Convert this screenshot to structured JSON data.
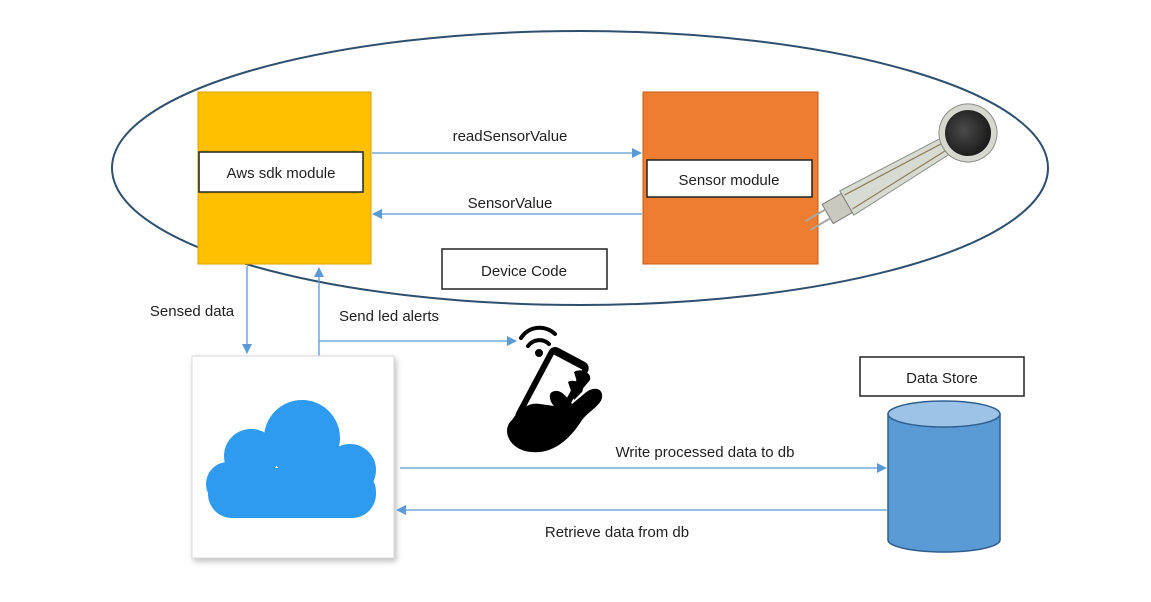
{
  "diagram": {
    "nodes": {
      "aws_sdk_module": "Aws sdk module",
      "sensor_module": "Sensor module",
      "device_code": "Device Code",
      "data_store": "Data Store"
    },
    "edges": {
      "read_sensor_value": "readSensorValue",
      "sensor_value": "SensorValue",
      "sensed_data": "Sensed data",
      "send_led_alerts": "Send led alerts",
      "write_processed": "Write processed data to db",
      "retrieve_data": "Retrieve data from db"
    },
    "icons": {
      "cloud": "cloud-icon",
      "phone": "hand-phone-icon",
      "database": "database-cylinder-icon",
      "sensor": "force-sensor-icon"
    },
    "colors": {
      "aws_module": "#FFC000",
      "sensor_module": "#ED7D31",
      "cloud": "#2E9BF0",
      "database": "#5B9BD5",
      "arrow": "#5B9BD5",
      "ellipse_border": "#2F4F6F"
    }
  }
}
